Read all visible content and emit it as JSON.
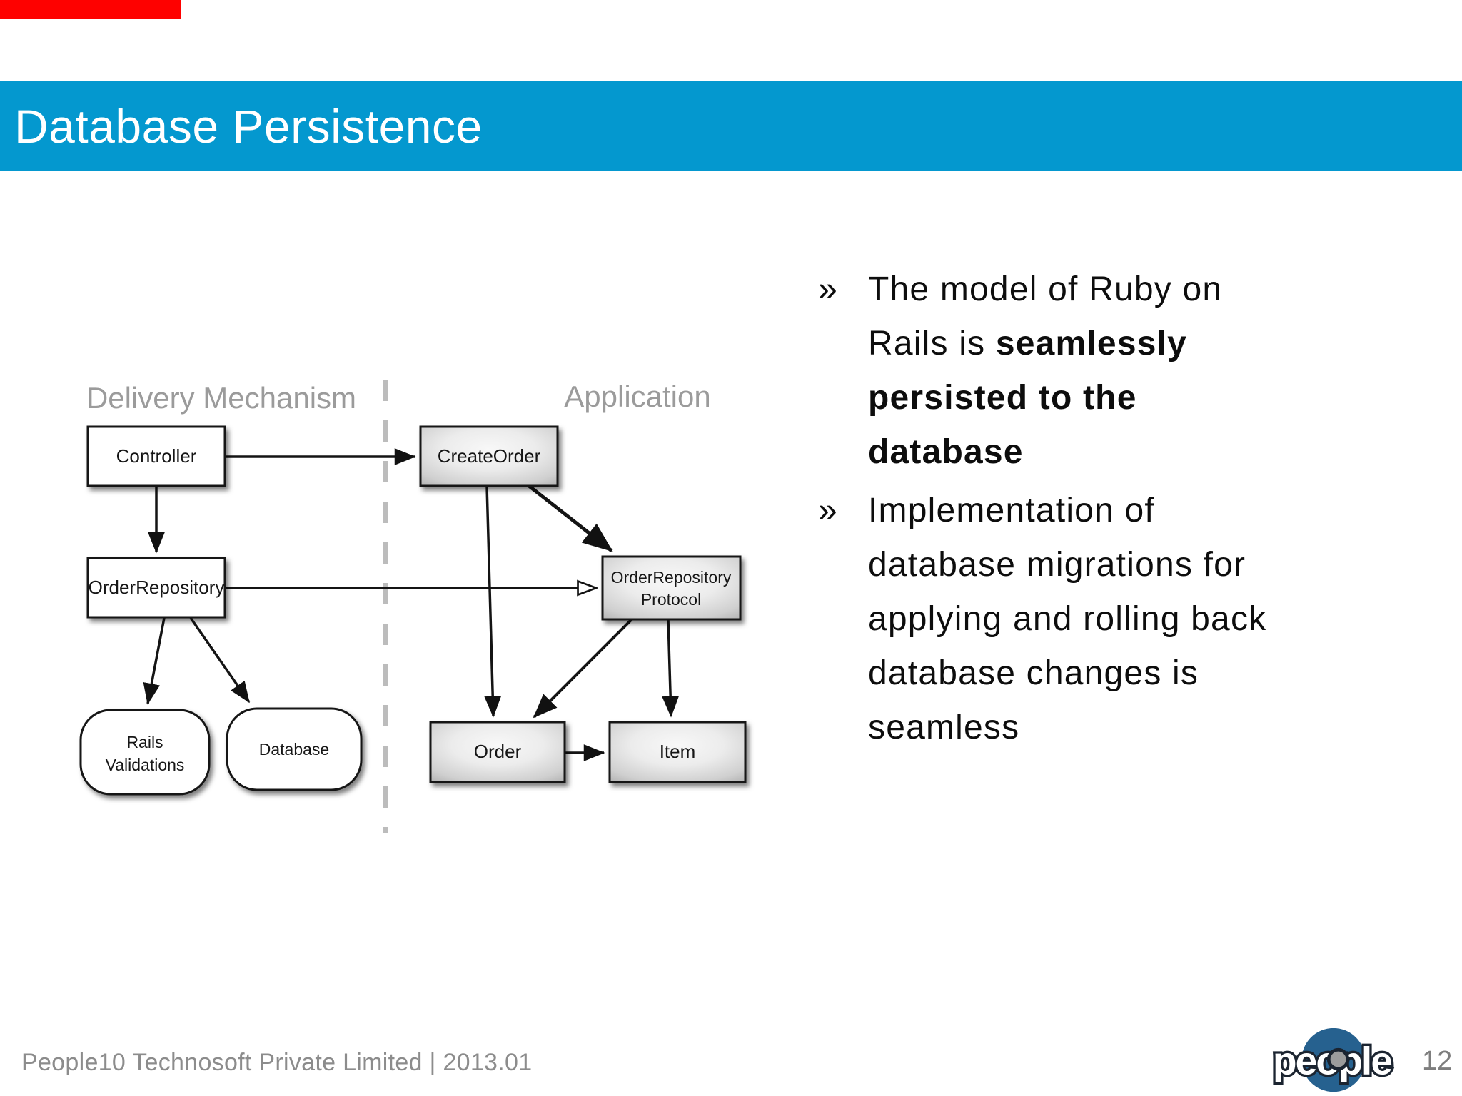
{
  "slide": {
    "title": "Database Persistence",
    "page_number": "12",
    "footer_text": "People10 Technosoft Private Limited | 2013.01",
    "logo_text": "people"
  },
  "colors": {
    "header_blue": "#0498cf",
    "red_strip": "#fe0100",
    "region_label_gray": "#9b9b9b",
    "footer_gray": "#8c8c8c",
    "logo_blue": "#26618f",
    "logo_inner_gray": "#9c9c9c"
  },
  "diagram": {
    "regions": [
      {
        "label": "Delivery Mechanism"
      },
      {
        "label": "Application"
      }
    ],
    "nodes": [
      {
        "id": "controller",
        "label": "Controller",
        "style": "plain"
      },
      {
        "id": "create-order",
        "label": "CreateOrder",
        "style": "gradient"
      },
      {
        "id": "order-repository",
        "label": "OrderRepository",
        "style": "plain"
      },
      {
        "id": "order-repository-protocol",
        "line1": "OrderRepository",
        "line2": "Protocol",
        "style": "gradient"
      },
      {
        "id": "rails-validations",
        "line1": "Rails",
        "line2": "Validations",
        "style": "rounded"
      },
      {
        "id": "database",
        "label": "Database",
        "style": "rounded"
      },
      {
        "id": "order",
        "label": "Order",
        "style": "gradient"
      },
      {
        "id": "item",
        "label": "Item",
        "style": "gradient"
      }
    ],
    "edges": [
      {
        "from": "Controller",
        "to": "CreateOrder",
        "arrow": "filled"
      },
      {
        "from": "Controller",
        "to": "OrderRepository",
        "arrow": "filled"
      },
      {
        "from": "OrderRepository",
        "to": "OrderRepository Protocol",
        "arrow": "open"
      },
      {
        "from": "OrderRepository",
        "to": "Rails Validations",
        "arrow": "filled"
      },
      {
        "from": "OrderRepository",
        "to": "Database",
        "arrow": "filled"
      },
      {
        "from": "CreateOrder",
        "to": "Order",
        "arrow": "filled"
      },
      {
        "from": "CreateOrder",
        "to": "OrderRepository Protocol",
        "arrow": "filled"
      },
      {
        "from": "OrderRepository Protocol",
        "to": "Order",
        "arrow": "filled"
      },
      {
        "from": "OrderRepository Protocol",
        "to": "Item",
        "arrow": "filled"
      },
      {
        "from": "Order",
        "to": "Item",
        "arrow": "filled"
      }
    ]
  },
  "bullets": [
    {
      "marker": "»",
      "segments": [
        {
          "text": "The model of Ruby on Rails is ",
          "bold": false
        },
        {
          "text": "seamlessly persisted to the database",
          "bold": true
        }
      ]
    },
    {
      "marker": "»",
      "segments": [
        {
          "text": "Implementation of database migrations for applying and rolling back database changes is seamless",
          "bold": false
        }
      ]
    }
  ]
}
